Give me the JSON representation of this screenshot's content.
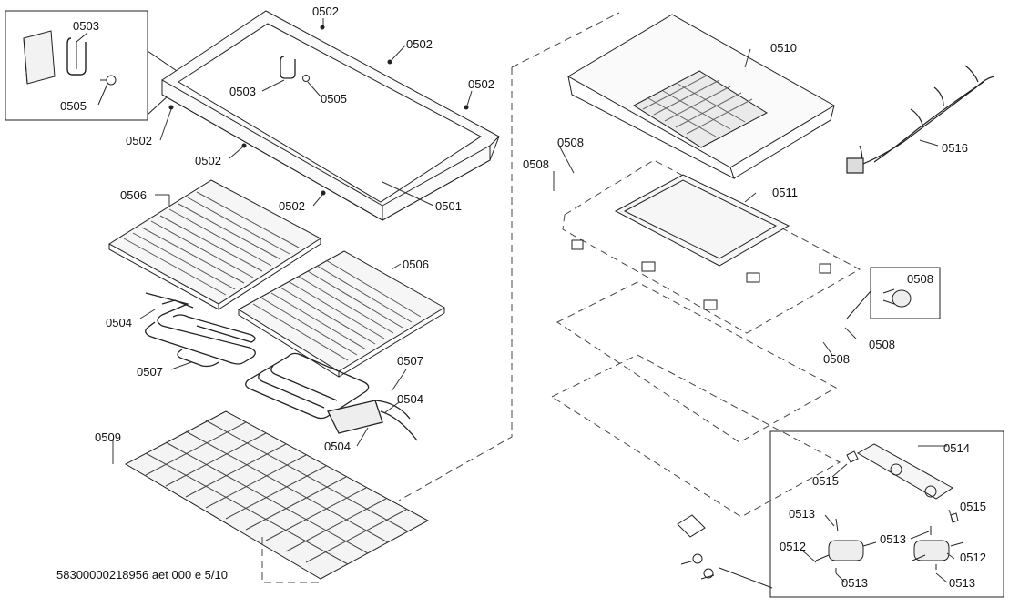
{
  "footer": {
    "code": "58300000218956 aet 000 e 5/10"
  },
  "labels": {
    "p0501": "0501",
    "p0502": "0502",
    "p0503": "0503",
    "p0504": "0504",
    "p0505": "0505",
    "p0506": "0506",
    "p0507": "0507",
    "p0508": "0508",
    "p0509": "0509",
    "p0510": "0510",
    "p0511": "0511",
    "p0512": "0512",
    "p0513": "0513",
    "p0514": "0514",
    "p0515": "0515",
    "p0516": "0516"
  }
}
